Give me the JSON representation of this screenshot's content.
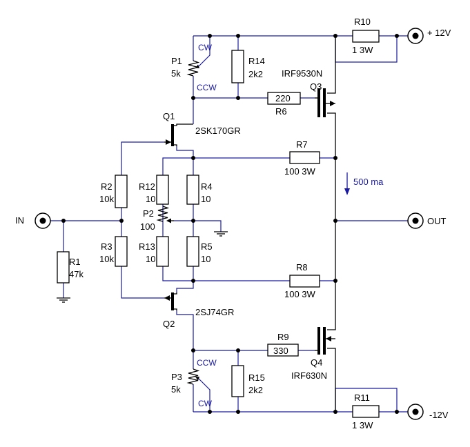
{
  "labels": {
    "in": "IN",
    "out": "OUT",
    "vpos": "+ 12V",
    "vneg": "-12V",
    "current": "500 ma",
    "q1": "Q1",
    "q1_part": "2SK170GR",
    "q2": "Q2",
    "q2_part": "2SJ74GR",
    "q3": "Q3",
    "q3_part": "IRF9530N",
    "q4": "Q4",
    "q4_part": "IRF630N",
    "r1": "R1",
    "r1_val": "47k",
    "r2": "R2",
    "r2_val": "10k",
    "r3": "R3",
    "r3_val": "10k",
    "r4": "R4",
    "r4_val": "10",
    "r5": "R5",
    "r5_val": "10",
    "r6": "R6",
    "r6_val": "220",
    "r7": "R7",
    "r7_val": "100 3W",
    "r8": "R8",
    "r8_val": "100 3W",
    "r9": "R9",
    "r9_val": "330",
    "r10": "R10",
    "r10_val": "1 3W",
    "r11": "R11",
    "r11_val": "1 3W",
    "r12": "R12",
    "r12_val": "10",
    "r13": "R13",
    "r13_val": "10",
    "r14": "R14",
    "r14_val": "2k2",
    "r15": "R15",
    "r15_val": "2k2",
    "p1": "P1",
    "p1_val": "5k",
    "p2": "P2",
    "p2_val": "100",
    "p3": "P3",
    "p3_val": "5k",
    "cw": "CW",
    "ccw": "CCW"
  },
  "colors": {
    "wire": "#1a1aa0",
    "component": "#000000"
  }
}
